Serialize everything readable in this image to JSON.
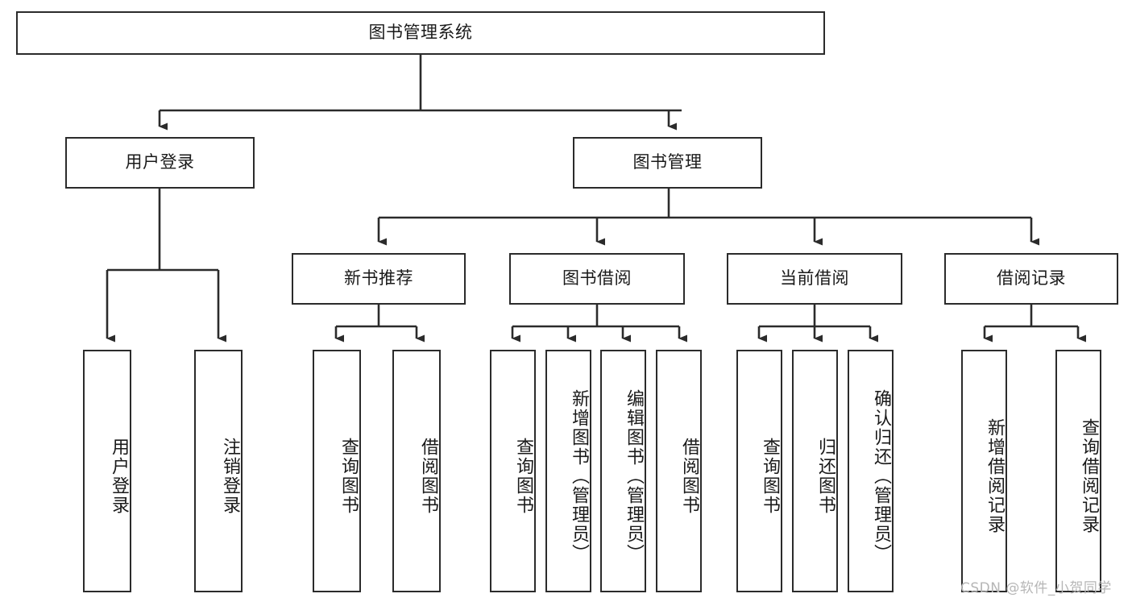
{
  "diagram": {
    "title": "图书管理系统",
    "type": "tree-hierarchy",
    "watermark": "CSDN @软件_小贺同学",
    "colors": {
      "background": "#ffffff",
      "box_border": "#2b2b2b",
      "box_fill": "#ffffff",
      "text": "#1a1a1a",
      "edge": "#2b2b2b",
      "watermark": "#b6b6b6"
    },
    "levels": {
      "root": {
        "label": "图书管理系统"
      },
      "level2": [
        {
          "label": "用户登录"
        },
        {
          "label": "图书管理"
        }
      ],
      "level3": [
        {
          "label": "新书推荐"
        },
        {
          "label": "图书借阅"
        },
        {
          "label": "当前借阅"
        },
        {
          "label": "借阅记录"
        }
      ],
      "leaves": {
        "user_login": [
          {
            "label": "用户登录"
          },
          {
            "label": "注销登录"
          }
        ],
        "new_book_recommend": [
          {
            "label": "查询图书"
          },
          {
            "label": "借阅图书"
          }
        ],
        "book_borrow": [
          {
            "label": "查询图书"
          },
          {
            "label": "新增图书（管理员）"
          },
          {
            "label": "编辑图书（管理员）"
          },
          {
            "label": "借阅图书"
          }
        ],
        "current_borrow": [
          {
            "label": "查询图书"
          },
          {
            "label": "归还图书"
          },
          {
            "label": "确认归还（管理员）"
          }
        ],
        "borrow_record": [
          {
            "label": "新增借阅记录"
          },
          {
            "label": "查询借阅记录"
          }
        ]
      }
    }
  }
}
